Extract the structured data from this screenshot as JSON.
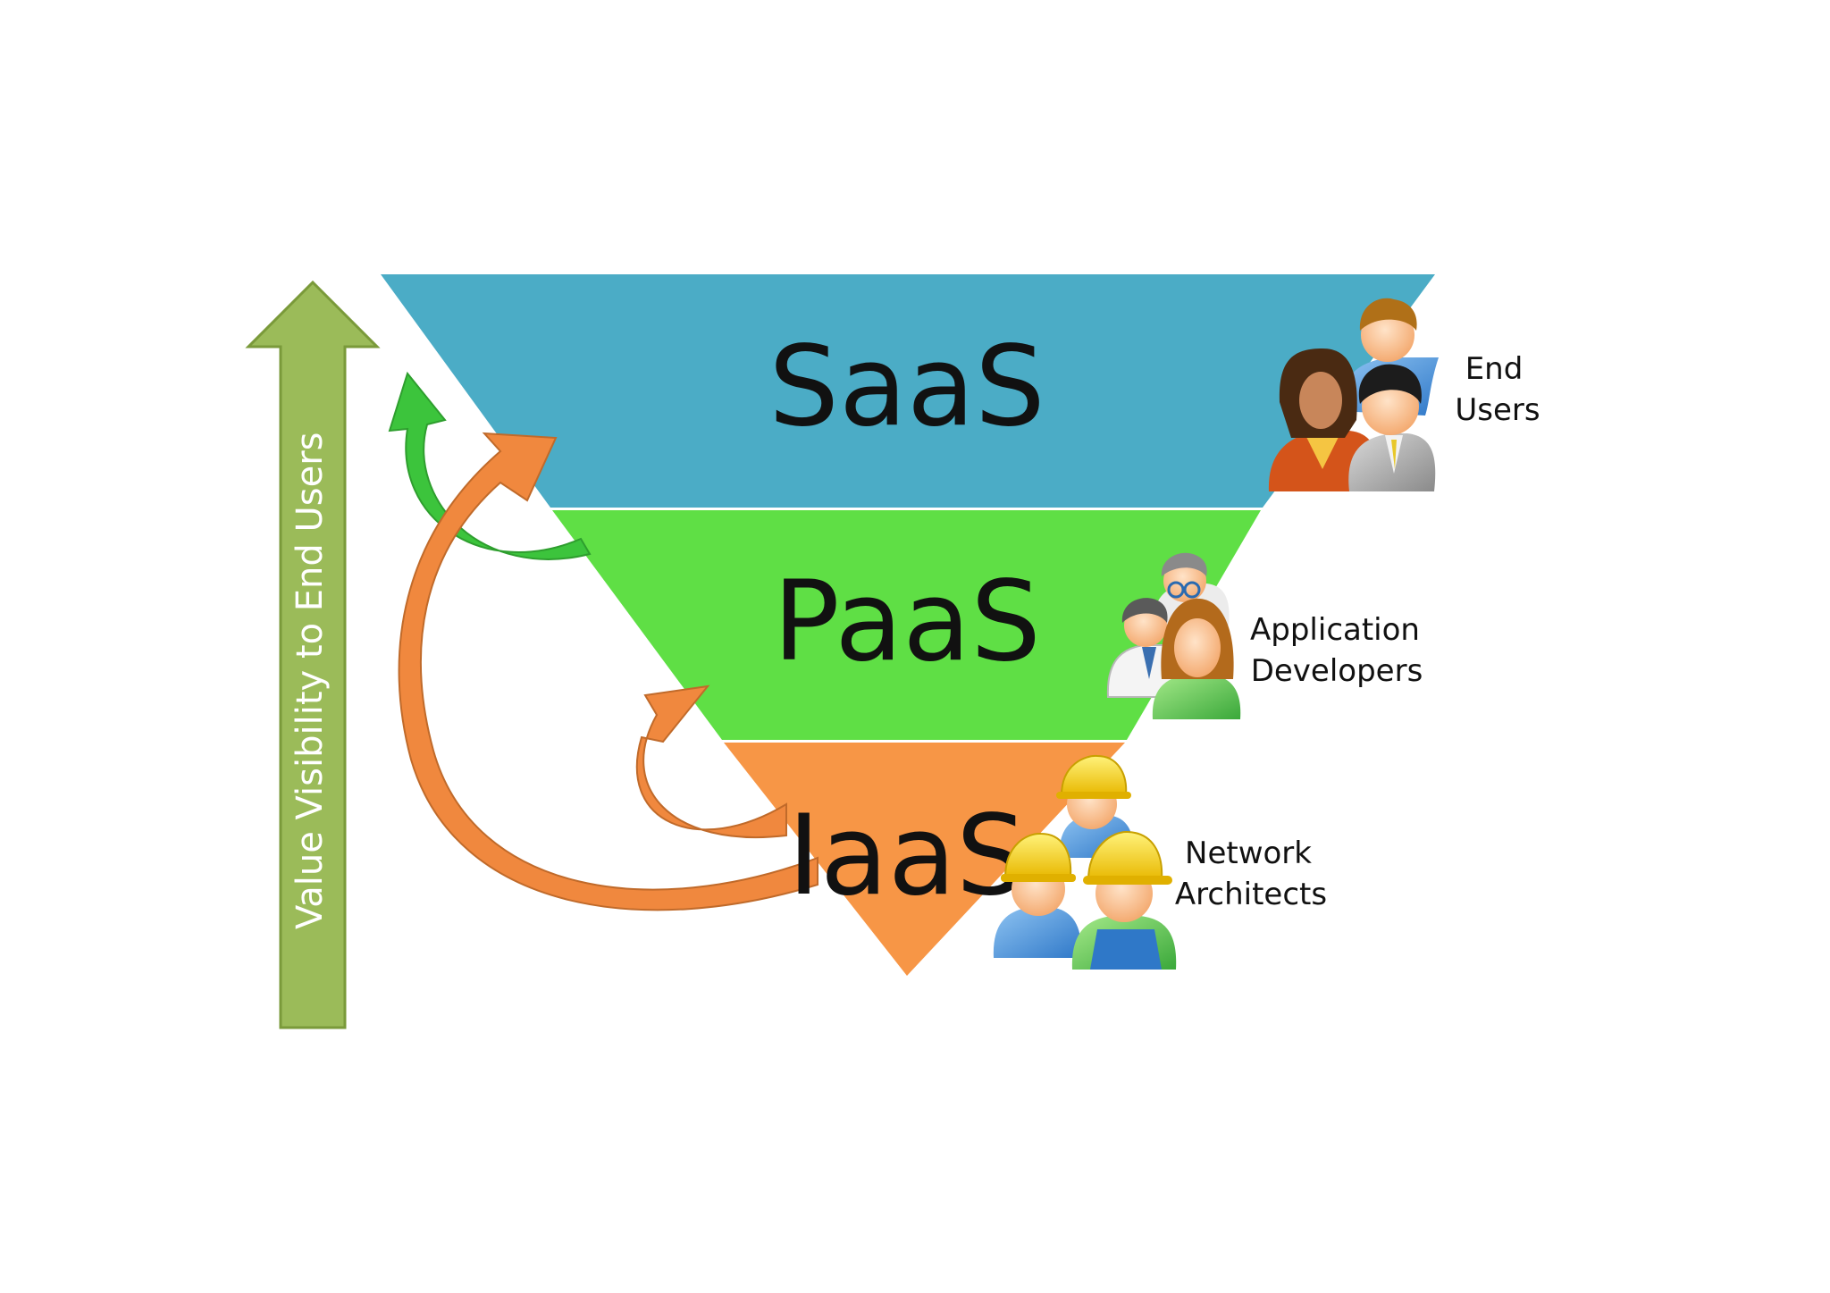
{
  "diagram": {
    "axis": {
      "label": "Value Visibility to End Users",
      "color": "#9bbb59"
    },
    "layers": [
      {
        "label": "SaaS",
        "color": "#4bacc6"
      },
      {
        "label": "PaaS",
        "color": "#5fdf45"
      },
      {
        "label": "IaaS",
        "color": "#f79646"
      }
    ],
    "roles": [
      {
        "line1": "End",
        "line2": "Users",
        "icon": "end-users-icon"
      },
      {
        "line1": "Application",
        "line2": "Developers",
        "icon": "developers-icon"
      },
      {
        "line1": "Network",
        "line2": "Architects",
        "icon": "network-architects-icon"
      }
    ],
    "flow_arrows": [
      {
        "from": "PaaS",
        "to": "SaaS",
        "color": "#3cc43c"
      },
      {
        "from": "IaaS",
        "to": "SaaS",
        "color": "#f0883e"
      },
      {
        "from": "IaaS",
        "to": "PaaS",
        "color": "#f0883e"
      }
    ]
  }
}
